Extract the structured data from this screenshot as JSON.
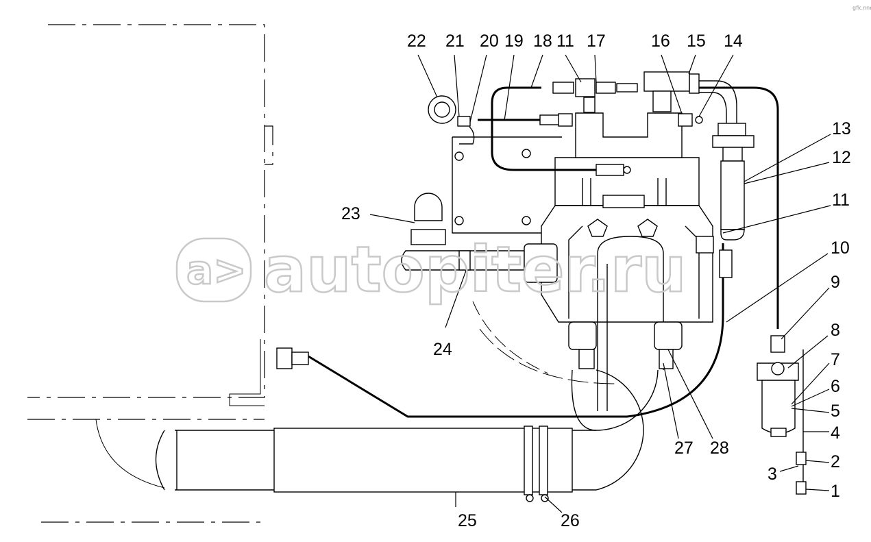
{
  "watermark": {
    "text": "autopiter.ru",
    "symbol": "a>"
  },
  "corner_mark": "gfk.nnn",
  "callouts": [
    {
      "id": "c22",
      "label": "22"
    },
    {
      "id": "c21",
      "label": "21"
    },
    {
      "id": "c20",
      "label": "20"
    },
    {
      "id": "c19",
      "label": "19"
    },
    {
      "id": "c18",
      "label": "18"
    },
    {
      "id": "c11a",
      "label": "11"
    },
    {
      "id": "c17",
      "label": "17"
    },
    {
      "id": "c16",
      "label": "16"
    },
    {
      "id": "c15",
      "label": "15"
    },
    {
      "id": "c14",
      "label": "14"
    },
    {
      "id": "c13",
      "label": "13"
    },
    {
      "id": "c12",
      "label": "12"
    },
    {
      "id": "c11b",
      "label": "11"
    },
    {
      "id": "c10",
      "label": "10"
    },
    {
      "id": "c9",
      "label": "9"
    },
    {
      "id": "c8",
      "label": "8"
    },
    {
      "id": "c7",
      "label": "7"
    },
    {
      "id": "c6",
      "label": "6"
    },
    {
      "id": "c5",
      "label": "5"
    },
    {
      "id": "c4",
      "label": "4"
    },
    {
      "id": "c2",
      "label": "2"
    },
    {
      "id": "c3",
      "label": "3"
    },
    {
      "id": "c1",
      "label": "1"
    },
    {
      "id": "c23",
      "label": "23"
    },
    {
      "id": "c24",
      "label": "24"
    },
    {
      "id": "c25",
      "label": "25"
    },
    {
      "id": "c26",
      "label": "26"
    },
    {
      "id": "c27",
      "label": "27"
    },
    {
      "id": "c28",
      "label": "28"
    }
  ]
}
